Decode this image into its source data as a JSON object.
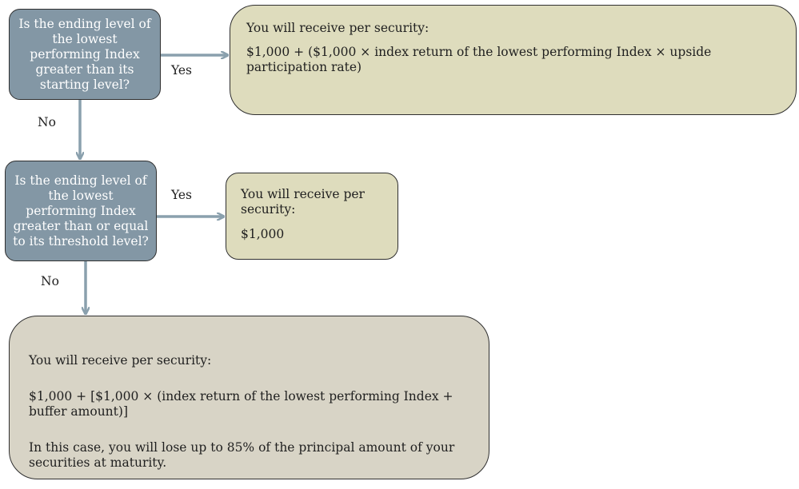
{
  "questions": {
    "q1": "Is the ending level of the lowest performing Index greater than its starting level?",
    "q2": "Is the ending level of the lowest performing Index greater than or equal to its threshold level?"
  },
  "labels": {
    "yes1": "Yes",
    "no1": "No",
    "yes2": "Yes",
    "no2": "No"
  },
  "outcomes": {
    "o1": {
      "title": "You will receive per security:",
      "formula": "$1,000 + ($1,000 × index return of the lowest performing Index × upside participation rate)"
    },
    "o2": {
      "title": "You will receive per security:",
      "amount": "$1,000"
    },
    "o3": {
      "title": "You will receive per security:",
      "formula": "$1,000 + [$1,000 × (index return of the lowest performing Index + buffer amount)]",
      "note": "In this case, you will lose up to 85% of the principal amount of your securities at maturity."
    }
  },
  "colors": {
    "question_fill": "#8397a5",
    "outcome_fill_light": "#dedcbd",
    "outcome_fill_dark": "#d8d4c6",
    "arrow": "#8aa0ad"
  }
}
